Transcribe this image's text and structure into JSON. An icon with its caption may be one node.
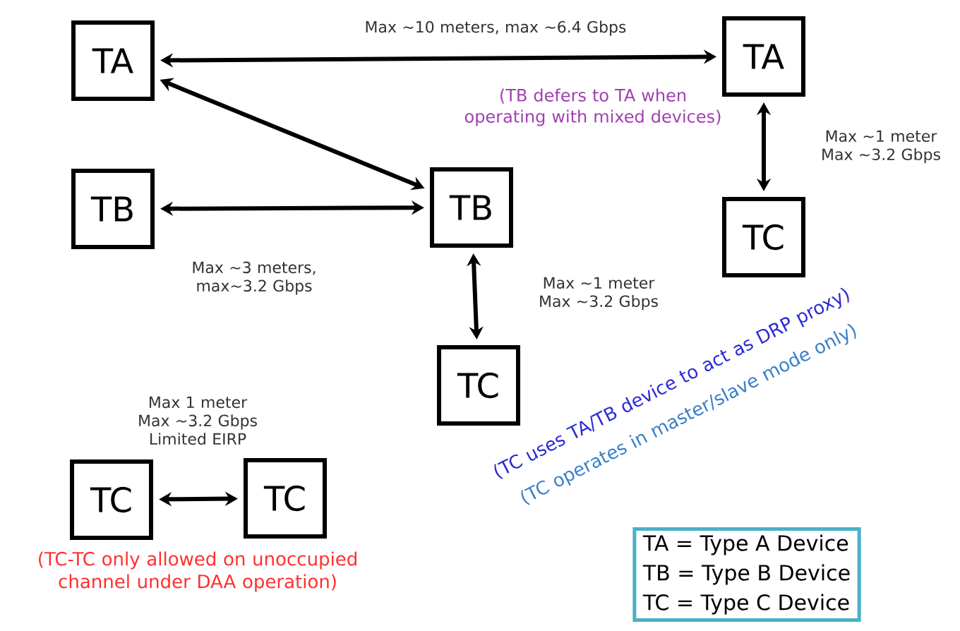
{
  "diagram": {
    "nodes": [
      {
        "text": [
          "TA"
        ]
      },
      {
        "text": [
          "TA"
        ]
      },
      {
        "text": [
          "TB"
        ]
      },
      {
        "text": [
          "TB"
        ]
      },
      {
        "text": [
          "TC"
        ]
      },
      {
        "text": [
          "TC"
        ]
      },
      {
        "text": [
          "TC"
        ]
      },
      {
        "text": [
          "TC"
        ]
      },
      {
        "text": [
          "TA = Type A Device",
          "TB = Type B Device",
          "TC = Type C Device"
        ]
      }
    ],
    "edges": [
      {
        "from": 0,
        "to": 1,
        "arrow": "both",
        "label": "Max ~10 meters, max ~6.4 Gbps"
      },
      {
        "from": 0,
        "to": 3,
        "arrow": "both"
      },
      {
        "from": 2,
        "to": 3,
        "arrow": "both",
        "label": "Max ~3 meters, max~3.2 Gbps"
      },
      {
        "from": 1,
        "to": 4,
        "arrow": "both",
        "label": "Max ~1 meter Max ~3.2 Gbps"
      },
      {
        "from": 3,
        "to": 5,
        "arrow": "both",
        "label": "Max ~1 meter Max ~3.2 Gbps"
      },
      {
        "from": 6,
        "to": 7,
        "arrow": "both",
        "label": "Max 1 meter Max ~3.2 Gbps Limited EIRP"
      }
    ],
    "labels": [
      "(TB defers to TA when operating with mixed devices)",
      "(TC uses TA/TB device to act as DRP proxy)",
      "(TC operates in master/slave mode only)",
      "(TC-TC only allowed on unoccupied channel under DAA operation)"
    ]
  }
}
